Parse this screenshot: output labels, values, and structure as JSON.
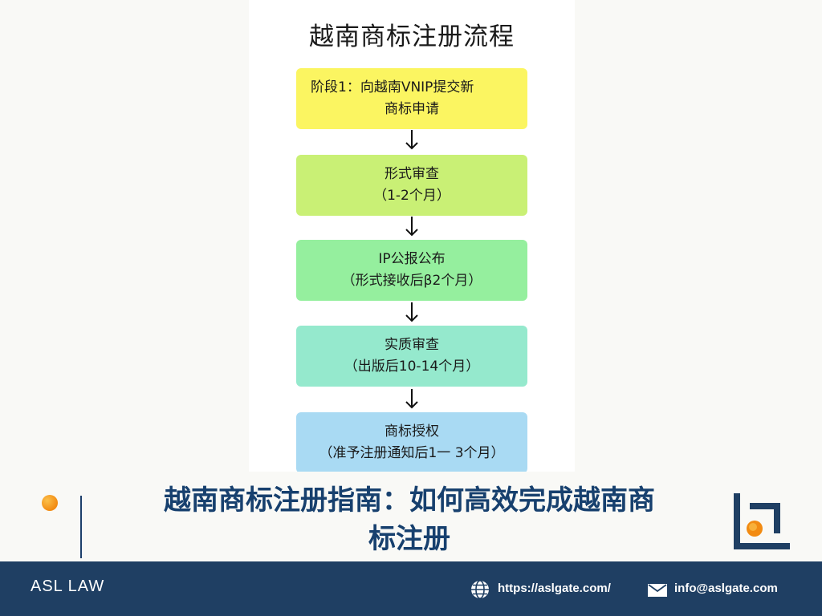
{
  "flowchart": {
    "title": "越南商标注册流程",
    "steps": [
      {
        "line1": "阶段1：向越南VNIP提交新",
        "line2": "商标申请"
      },
      {
        "line1": "形式审查",
        "line2": "（1-2个月）"
      },
      {
        "line1": "IP公报公布",
        "line2": "（形式接收后β2个月）"
      },
      {
        "line1": "实质审查",
        "line2": "（出版后10-14个月）"
      },
      {
        "line1": "商标授权",
        "line2": "（准予注册通知后1一 3个月）"
      }
    ],
    "colors": [
      "#fbf561",
      "#c9f075",
      "#95ef9e",
      "#95e9cd",
      "#a9daf3"
    ]
  },
  "banner": {
    "headline_line1": "越南商标注册指南：如何高效完成越南商",
    "headline_line2": "标注册"
  },
  "footer": {
    "brand": "ASL LAW",
    "website": "https://aslgate.com/",
    "email": "info@aslgate.com",
    "website_icon": "globe-icon",
    "email_icon": "envelope-icon"
  },
  "colors": {
    "navy": "#1f3f63",
    "headline": "#17406e",
    "accent_orange": "#f28b12"
  }
}
